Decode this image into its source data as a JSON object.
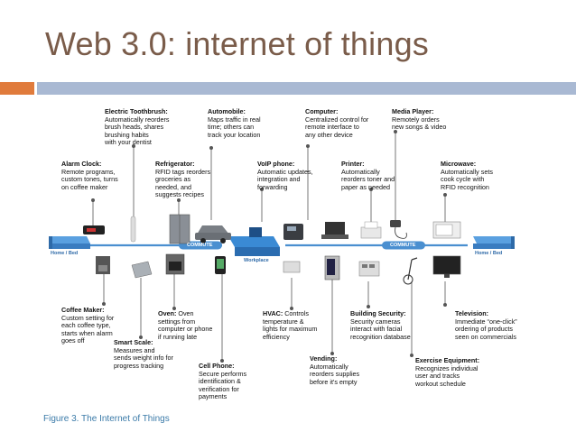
{
  "slide": {
    "title": "Web 3.0: internet of things"
  },
  "figure": {
    "caption": "Figure 3.  The Internet of Things",
    "commute_left": "COMMUTE",
    "commute_right": "COMMUTE",
    "home_left": "Home / Bed",
    "home_right": "Home / Bed",
    "workplace": "Workplace"
  },
  "devices_top": [
    {
      "title": "Alarm Clock:",
      "desc": [
        "Remote programs,",
        "custom tones, turns",
        "on coffee maker"
      ]
    },
    {
      "title": "Electric Toothbrush:",
      "desc": [
        "Automatically reorders",
        "brush heads, shares",
        "brushing habits",
        "with your dentist"
      ]
    },
    {
      "title": "Refrigerator:",
      "desc": [
        "RFID tags reorders",
        "groceries as",
        "needed, and",
        "suggests recipes"
      ]
    },
    {
      "title": "Automobile:",
      "desc": [
        "Maps traffic in real",
        "time; others can",
        "track your location"
      ]
    },
    {
      "title": "VoIP phone:",
      "desc": [
        "Automatic updates,",
        "integration and",
        "forwarding"
      ]
    },
    {
      "title": "Computer:",
      "desc": [
        "Centralized control for",
        "remote interface to",
        "any other device"
      ]
    },
    {
      "title": "Printer:",
      "desc": [
        "Automatically",
        "reorders toner and",
        "paper as needed"
      ]
    },
    {
      "title": "Media Player:",
      "desc": [
        "Remotely orders",
        "new songs & video"
      ]
    },
    {
      "title": "Microwave:",
      "desc": [
        "Automatically sets",
        "cook cycle with",
        "RFID recognition"
      ]
    }
  ],
  "devices_bottom": [
    {
      "title": "Coffee Maker:",
      "desc": [
        "Custom setting for",
        "each coffee type,",
        "starts when alarm",
        "goes off"
      ]
    },
    {
      "title": "Smart Scale:",
      "desc": [
        "Measures and",
        "sends weight info for",
        "progress tracking"
      ]
    },
    {
      "title": "Oven:",
      "desc": [
        "Oven",
        "settings from",
        "computer or phone",
        "if running late"
      ],
      "inline_first": true
    },
    {
      "title": "Cell Phone:",
      "desc": [
        "Secure performs",
        "identification &",
        "verification for",
        "payments"
      ]
    },
    {
      "title": "HVAC:",
      "desc": [
        "Controls",
        "temperature &",
        "lights for maximum",
        "efficiency"
      ],
      "inline_first": true
    },
    {
      "title": "Vending:",
      "desc": [
        "Automatically",
        "reorders supplies",
        "before it's empty"
      ]
    },
    {
      "title": "Building Security:",
      "desc": [
        "Security cameras",
        "interact with facial",
        "recognition database"
      ]
    },
    {
      "title": "Exercise Equipment:",
      "desc": [
        "Recognizes individual",
        "user and tracks",
        "workout schedule"
      ]
    },
    {
      "title": "Television:",
      "desc": [
        "Immediate “one-click”",
        "ordering of products",
        "seen on commercials"
      ],
      "inline_first": true
    }
  ]
}
